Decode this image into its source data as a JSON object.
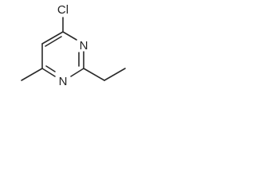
{
  "molecule": {
    "atoms": {
      "chlorine": "Cl",
      "nitrogen_upper": "N",
      "nitrogen_lower": "N"
    },
    "colors": {
      "bond": "#2a2a2a",
      "label": "#222222",
      "background": "#ffffff"
    }
  }
}
